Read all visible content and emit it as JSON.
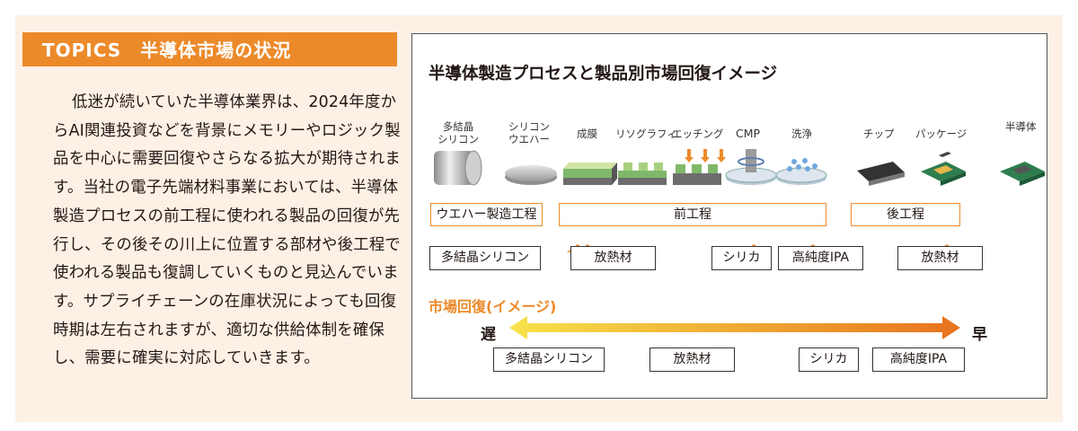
{
  "topics": {
    "title": "TOPICS　半導体市場の状況",
    "body": "低迷が続いていた半導体業界は、2024年度からAI関連投資などを背景にメモリーやロジック製品を中心に需要回復やさらなる拡大が期待されます。当社の電子先端材料事業においては、半導体製造プロセスの前工程に使われる製品の回復が先行し、その後その川上に位置する部材や後工程で使われる製品も復調していくものと見込んでいます。サプライチェーンの在庫状況によっても回復時期は左右されますが、適切な供給体制を確保し、需要に確実に対応していきます。"
  },
  "diagram": {
    "title": "半導体製造プロセスと製品別市場回復イメージ",
    "process_labels": {
      "polysilicon_line1": "多結晶",
      "polysilicon_line2": "シリコン",
      "wafer_line1": "シリコン",
      "wafer_line2": "ウエハー",
      "film": "成膜",
      "litho": "リソグラフィ",
      "etching": "エッチング",
      "cmp": "CMP",
      "cleaning": "洗浄",
      "chip": "チップ",
      "package": "パッケージ",
      "semiconductor": "半導体"
    },
    "stages": {
      "wafer_process": "ウエハー製造工程",
      "front_end": "前工程",
      "back_end": "後工程"
    },
    "materials": {
      "polysilicon": "多結晶シリコン",
      "heat_dissipation_1": "放熱材",
      "silica": "シリカ",
      "ipa": "高純度IPA",
      "heat_dissipation_2": "放熱材"
    },
    "recovery": {
      "title": "市場回復(イメージ)",
      "slow": "遅",
      "fast": "早",
      "order": [
        "多結晶シリコン",
        "放熱材",
        "シリカ",
        "高純度IPA"
      ]
    },
    "colors": {
      "accent": "#ec8a2a",
      "arrow_start": "#f7e24a",
      "arrow_end": "#e8731f",
      "panel": "#fdf1e5"
    }
  }
}
